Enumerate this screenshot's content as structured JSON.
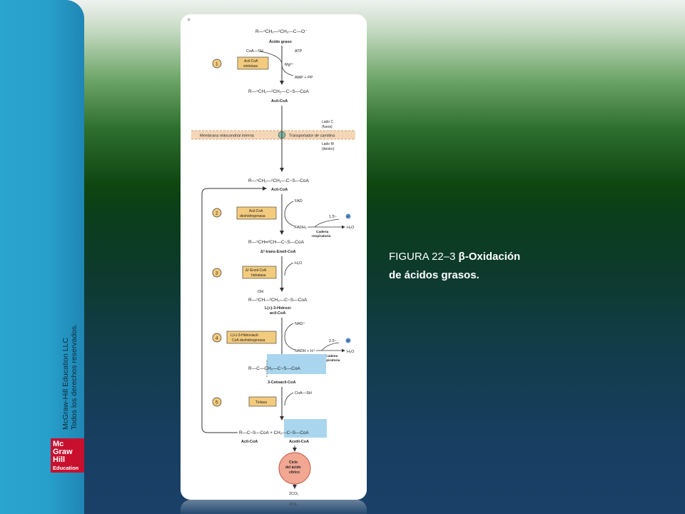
{
  "sidebar": {
    "copyright_line1": "McGraw-Hill Education LLC",
    "copyright_line2": "Todos los derechos reservados.",
    "logo_lines": [
      "Mc",
      "Graw",
      "Hill",
      "Education"
    ]
  },
  "caption": {
    "prefix": "FIGURA 22–3 ",
    "title_line1": "β-Oxidación",
    "title_line2": "de ácidos grasos."
  },
  "colors": {
    "membrane": "#f4d7b8",
    "enzyme_box": "#f3cb7e",
    "highlight": "#a9d6ee",
    "krebs_circle": "#f2a793",
    "logo": "#c8102e",
    "side_band": "#2aa5cf"
  },
  "diagram": {
    "fatty_acid": "R—⁵CH₂—²CH₂—C—O⁻",
    "fatty_acid_label": "Ácido graso",
    "step1_coa_sh": "CoA—SH",
    "step1_atp": "ATP",
    "step1_mg": "Mg²⁺",
    "step1_amp": "AMP + PP",
    "enzyme1": [
      "Acil-CoA",
      "sintetasa"
    ],
    "acyl_coa_formula": "R—⁵CH₂—²CH₂—C~S—CoA",
    "acyl_coa_label": "Acil-CoA",
    "side_c": [
      "Lado C",
      "(fuera)"
    ],
    "membrane_label": "Membrana mitocondrial interna",
    "transporter_label": "Transportador de carnitina",
    "side_m": [
      "Lado M",
      "(dentro)"
    ],
    "acyl_coa_formula_2": "R—⁵CH₂—²CH₂—C~S—CoA",
    "acyl_coa_label_2": "Acil-CoA",
    "fad": "FAD",
    "enzyme2": [
      "Acil-CoA",
      "deshidrogenasa"
    ],
    "fadh2": "FADH₂",
    "yield1": "1.5~",
    "chain1": [
      "Cadena",
      "respiratoria"
    ],
    "water1": "H₂O",
    "enoyl_formula": "R—⁵CH═²CH—C~S—CoA",
    "enoyl_label": "Δ²-trans-Enoil-CoA",
    "h2o": "H₂O",
    "enzyme3": [
      "Δ²-Enoil-CoA",
      "hidratasa"
    ],
    "oh": "OH",
    "hydroxy_formula": "R—⁵CH—²CH₂—C~S—CoA",
    "hydroxy_label": [
      "L(+)-3-Hidroxi-",
      "acil-CoA"
    ],
    "nad": "NAD⁺",
    "enzyme4": [
      "L(+)-3-Hidroxiacil-",
      "CoA deshidrogenasa"
    ],
    "nadh": "NADH + H⁺",
    "yield2": "2.5~",
    "chain2": [
      "Cadena",
      "respiratoria"
    ],
    "water2": "H₂O",
    "keto_formula": "R—C—CH₂—C~S—CoA",
    "keto_label": "3-Cetoacil-CoA",
    "coa_sh2": "CoA—SH",
    "enzyme5": "Tiolasa",
    "products_formula": "R—C~S—CoA + CH₃—C~S—CoA",
    "product_label_1": "Acil-CoA",
    "product_label_2": "Acetil-CoA",
    "krebs": [
      "Ciclo",
      "del ácido",
      "cítrico"
    ],
    "co2": "2CO₂",
    "p_symbol": "P",
    "step_numbers": [
      "1",
      "2",
      "3",
      "4",
      "5"
    ]
  },
  "reflection_text": "2CO₂"
}
